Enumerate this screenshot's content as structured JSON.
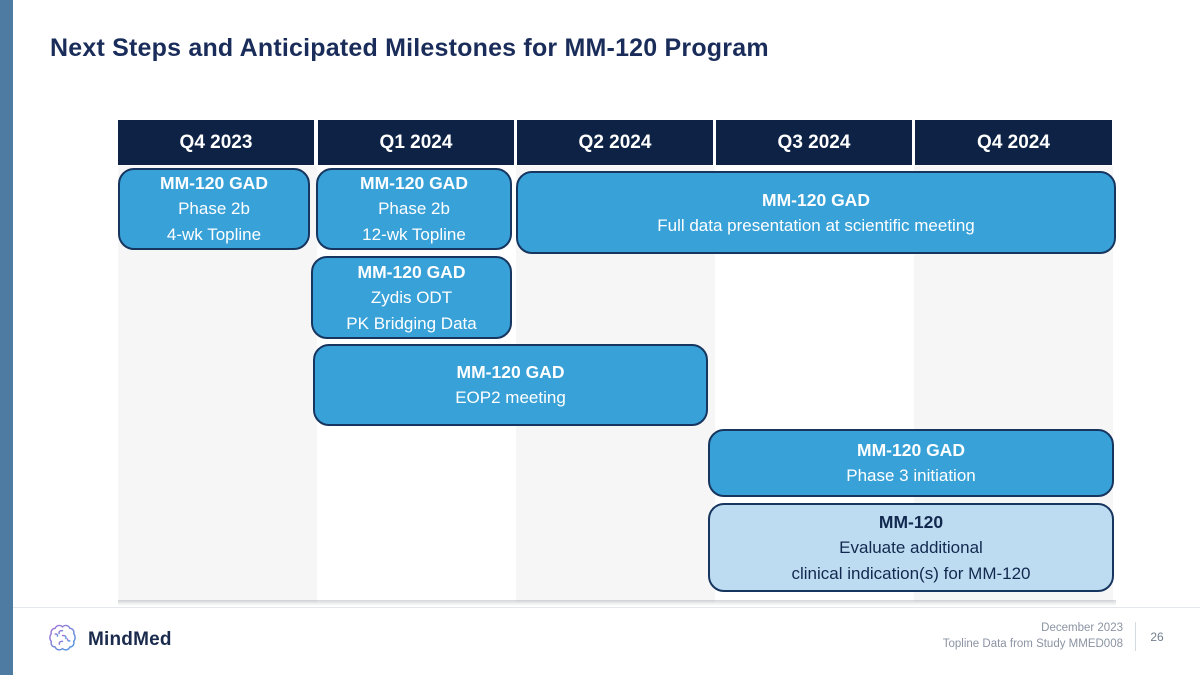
{
  "slide": {
    "title": "Next Steps and Anticipated Milestones for MM-120 Program"
  },
  "timeline": {
    "quarters": [
      "Q4 2023",
      "Q1 2024",
      "Q2 2024",
      "Q3 2024",
      "Q4 2024"
    ],
    "milestones": [
      {
        "lines": [
          "MM-120 GAD",
          "Phase 2b",
          "4-wk Topline"
        ],
        "start": "Q4 2023",
        "end": "Q4 2023",
        "variant": "solid"
      },
      {
        "lines": [
          "MM-120 GAD",
          "Phase 2b",
          "12-wk Topline"
        ],
        "start": "Q1 2024",
        "end": "Q1 2024",
        "variant": "solid"
      },
      {
        "lines": [
          "MM-120 GAD",
          "Full data presentation at scientific meeting"
        ],
        "start": "Q2 2024",
        "end": "Q4 2024",
        "variant": "solid"
      },
      {
        "lines": [
          "MM-120 GAD",
          "Zydis ODT",
          "PK Bridging Data"
        ],
        "start": "Q1 2024",
        "end": "Q1 2024",
        "variant": "solid"
      },
      {
        "lines": [
          "MM-120 GAD",
          "EOP2 meeting"
        ],
        "start": "Q1 2024",
        "end": "Q2 2024",
        "variant": "solid"
      },
      {
        "lines": [
          "MM-120 GAD",
          "Phase 3 initiation"
        ],
        "start": "Q3 2024",
        "end": "Q4 2024",
        "variant": "solid"
      },
      {
        "lines": [
          "MM-120",
          "Evaluate additional",
          "clinical indication(s) for MM-120"
        ],
        "start": "Q3 2024",
        "end": "Q4 2024",
        "variant": "light"
      }
    ],
    "colors": {
      "header_bg": "#0d2245",
      "bar_fill": "#38a1d8",
      "bar_border": "#17365f",
      "bar_light_fill": "#bedcf1",
      "text_on_bar": "#ffffff",
      "text_on_light": "#11294f",
      "accent_bar": "#4d7ba2",
      "stripe_gray": "#f6f6f7"
    }
  },
  "footer": {
    "brand": "MindMed",
    "logo_icon": "brain-icon",
    "note_line1": "December 2023",
    "note_line2": "Topline Data from Study MMED008",
    "page_number": "26"
  }
}
